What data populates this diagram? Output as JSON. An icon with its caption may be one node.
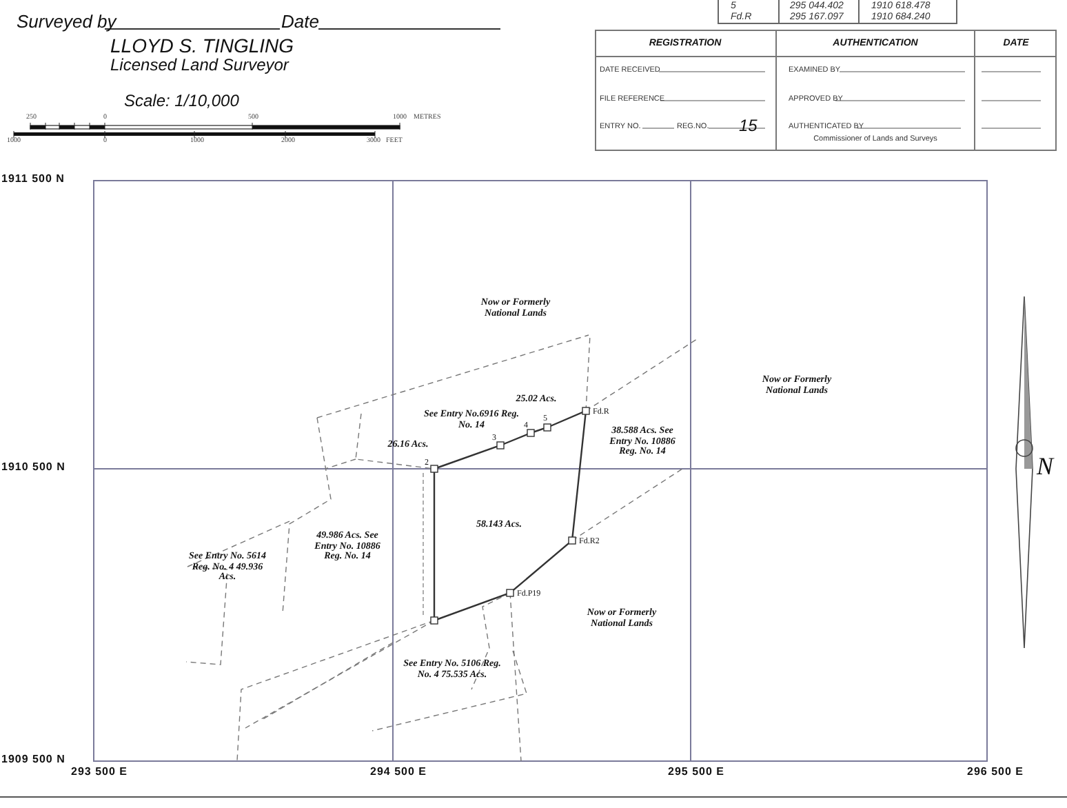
{
  "diagram": {
    "labels": [
      "5",
      "295 044.402",
      "1910 618.478",
      "Fd.R",
      "295 167.097",
      "1910 684.240",
      "Surveyed by",
      "Date",
      "LLOYD S. TINGLING",
      "Licensed Land Surveyor",
      "Scale: 1/10,000",
      "250",
      "0",
      "500",
      "1000",
      "METRES",
      "1000",
      "0",
      "1000",
      "2000",
      "3000",
      "FEET",
      "REGISTRATION",
      "AUTHENTICATION",
      "DATE",
      "DATE RECEIVED",
      "EXAMINED BY",
      "FILE REFERENCE",
      "APPROVED BY",
      "ENTRY NO.",
      "REG.NO.",
      "15",
      "AUTHENTICATED BY",
      "Commissioner of Lands and Surveys",
      "1911 500 N",
      "1910 500 N",
      "1909 500 N",
      "293 500 E",
      "294 500 E",
      "295 500 E",
      "296 500 E",
      "Now or Formerly National Lands",
      "25.02 Acs.",
      "See Entry No.6916 Reg. No. 14",
      "26.16 Acs.",
      "38.588 Acs. See Entry No. 10886 Reg. No. 14",
      "Now or Formerly National Lands",
      "58.143 Acs.",
      "49.986 Acs. See Entry No. 10886 Reg. No. 14",
      "See Entry No. 5614 Reg. No. 4 49.936 Acs.",
      "Fd.R",
      "Fd.R2",
      "Fd.P19",
      "2",
      "3",
      "4",
      "5",
      "Now or Formerly National Lands",
      "See Entry No. 5106 Reg. No. 4 75.535 Acs.",
      "N"
    ]
  }
}
